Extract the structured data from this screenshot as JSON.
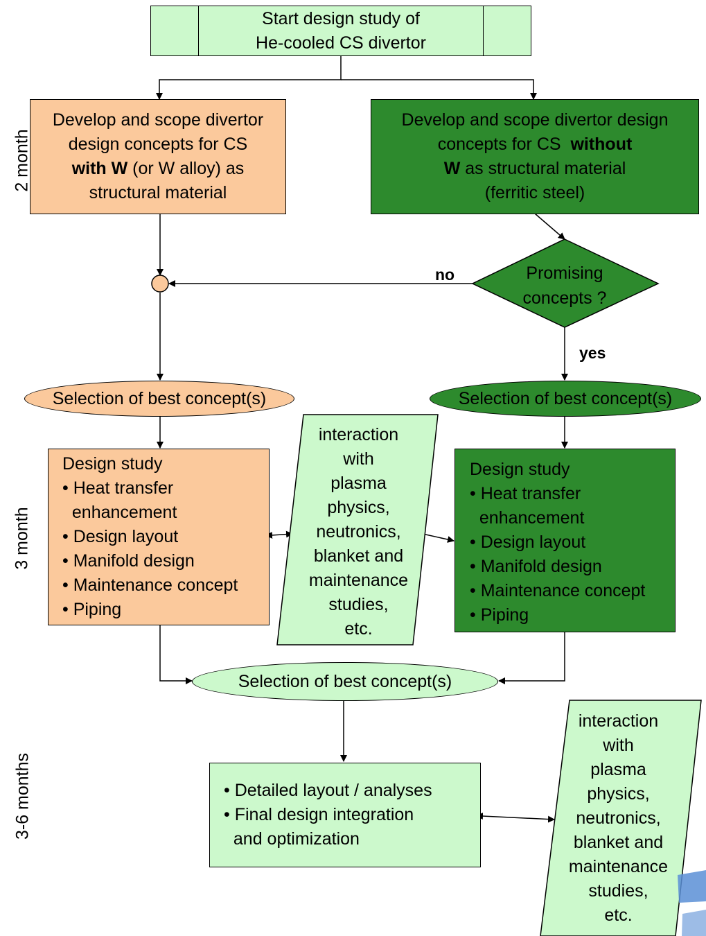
{
  "start": {
    "line1": "Start design study of",
    "line2": "He-cooled CS divertor"
  },
  "left_develop": {
    "l1": "Develop and scope divertor",
    "l2": "design concepts for CS",
    "l3_bold": "with W",
    "l3_rest": " (or W alloy) as",
    "l4": "structural material"
  },
  "right_develop": {
    "l1": "Develop and scope divertor design",
    "l2_pre": "concepts for CS  ",
    "l2_bold": "without",
    "l3_bold": "W",
    "l3_rest": " as structural material",
    "l4": "(ferritic steel)"
  },
  "decision": {
    "l1": "Promising",
    "l2": "concepts ?",
    "no": "no",
    "yes": "yes"
  },
  "selection_label": "Selection of best concept(s)",
  "design_study": {
    "title": "Design study",
    "items": [
      "• Heat transfer",
      "  enhancement",
      "• Design layout",
      "• Manifold design",
      "• Maintenance concept",
      "• Piping"
    ]
  },
  "interaction": {
    "lines": [
      "interaction",
      "with",
      "plasma",
      "physics,",
      "neutronics,",
      "blanket and",
      "maintenance",
      "studies,",
      "etc."
    ]
  },
  "final": {
    "items": [
      "• Detailed layout / analyses",
      "• Final design integration",
      "  and optimization"
    ]
  },
  "side_labels": {
    "a": "2 month",
    "b": "3 month",
    "c": "3-6 months"
  },
  "colors": {
    "peach": "#fbc99c",
    "dark_green": "#2d8a2d",
    "light_green": "#ccf9cc"
  }
}
